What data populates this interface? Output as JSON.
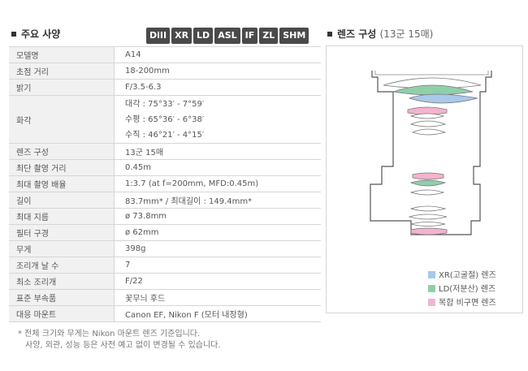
{
  "spec_section": {
    "title": "주요 사양"
  },
  "badges": [
    "DiII",
    "XR",
    "LD",
    "ASL",
    "IF",
    "ZL",
    "SHM"
  ],
  "specs": [
    {
      "label": "모델명",
      "value": "A14"
    },
    {
      "label": "초점 거리",
      "value": "18-200mm"
    },
    {
      "label": "밝기",
      "value": "F/3.5-6.3"
    },
    {
      "label": "렌즈 구성",
      "value": "13군 15매"
    },
    {
      "label": "최단 촬영 거리",
      "value": "0.45m"
    },
    {
      "label": "최대 촬영 배율",
      "value": "1:3.7 (at f=200mm, MFD:0.45m)"
    },
    {
      "label": "길이",
      "value": "83.7mm* / 최대길이 : 149.4mm*"
    },
    {
      "label": "최대 지름",
      "value": "ø 73.8mm"
    },
    {
      "label": "필터 구경",
      "value": "ø 62mm"
    },
    {
      "label": "무게",
      "value": "398g"
    },
    {
      "label": "조리개 날 수",
      "value": "7"
    },
    {
      "label": "최소 조리개",
      "value": "F/22"
    },
    {
      "label": "표준 부속품",
      "value": "꽃무늬 후드"
    },
    {
      "label": "대응 마운트",
      "value": "Canon EF, Nikon F (모터 내장형)"
    }
  ],
  "fov": {
    "label": "화각",
    "lines": [
      "대각 : 75°33′ - 7°59′",
      "수평 : 65°36′ - 6°38′",
      "수직 : 46°21′ - 4°15′"
    ]
  },
  "lens_section": {
    "title": "렌즈 구성",
    "subtitle": "(13군 15매)"
  },
  "legend": [
    {
      "label": "XR(고굴절) 렌즈",
      "color": "#a9c8ea"
    },
    {
      "label": "LD(저분산) 렌즈",
      "color": "#8fcfaa"
    },
    {
      "label": "복합 비구면 렌즈",
      "color": "#f4b3cf"
    }
  ],
  "notes": [
    "* 전체 크기와 무게는 Nikon 마운트 렌즈 기준입니다.",
    "사양, 외관, 성능 등은 사전 예고 없이 변경될 수 있습니다."
  ]
}
